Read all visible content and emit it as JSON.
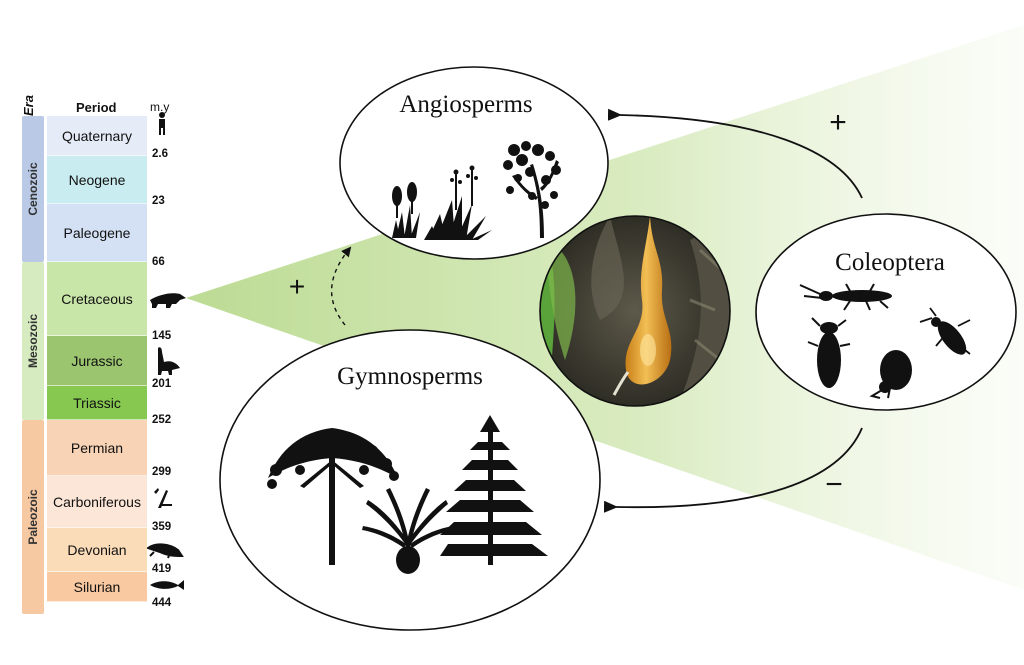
{
  "timeline": {
    "header_era": "Era",
    "header_period": "Period",
    "header_my": "m.y",
    "eras": [
      {
        "name": "Cenozoic",
        "color": "#b9c9e6"
      },
      {
        "name": "Mesozoic",
        "color": "#d6ecc0"
      },
      {
        "name": "Paleozoic",
        "color": "#f6c9a3"
      }
    ],
    "periods": [
      {
        "name": "Quaternary",
        "color": "#e6ecf7"
      },
      {
        "name": "Neogene",
        "color": "#c8ecef"
      },
      {
        "name": "Paleogene",
        "color": "#d4e1f4"
      },
      {
        "name": "Cretaceous",
        "color": "#c9e6a9"
      },
      {
        "name": "Jurassic",
        "color": "#9cc56f"
      },
      {
        "name": "Triassic",
        "color": "#86c850"
      },
      {
        "name": "Permian",
        "color": "#f8d3b5"
      },
      {
        "name": "Carboniferous",
        "color": "#fce6d7"
      },
      {
        "name": "Devonian",
        "color": "#fbdcb8"
      },
      {
        "name": "Silurian",
        "color": "#f9c9a1"
      }
    ],
    "ages": [
      "2.6",
      "23",
      "66",
      "145",
      "201",
      "252",
      "299",
      "359",
      "419",
      "444"
    ]
  },
  "nodes": {
    "angiosperms": "Angiosperms",
    "gymnosperms": "Gymnosperms",
    "coleoptera": "Coleoptera"
  },
  "signs": {
    "coleoptera_to_angiosperms": "+",
    "coleoptera_to_gymnosperms": "−",
    "gymnosperms_to_angiosperms": "+"
  },
  "colors": {
    "cone": "#c9e3a5",
    "amber": "#e3a534",
    "arrow": "#111111"
  }
}
